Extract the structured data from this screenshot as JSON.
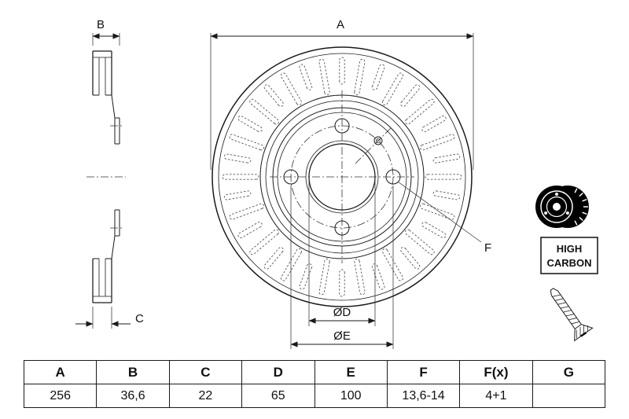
{
  "drawing": {
    "dimension_labels": {
      "a": "A",
      "b": "B",
      "c": "C",
      "d": "ØD",
      "e": "ØE",
      "f": "F"
    },
    "badge": {
      "line1": "HIGH",
      "line2": "CARBON"
    }
  },
  "table": {
    "headers": [
      "A",
      "B",
      "C",
      "D",
      "E",
      "F",
      "F(x)",
      "G"
    ],
    "values": [
      "256",
      "36,6",
      "22",
      "65",
      "100",
      "13,6-14",
      "4+1",
      ""
    ]
  },
  "colors": {
    "line": "#1a1a1a",
    "background": "#ffffff"
  }
}
